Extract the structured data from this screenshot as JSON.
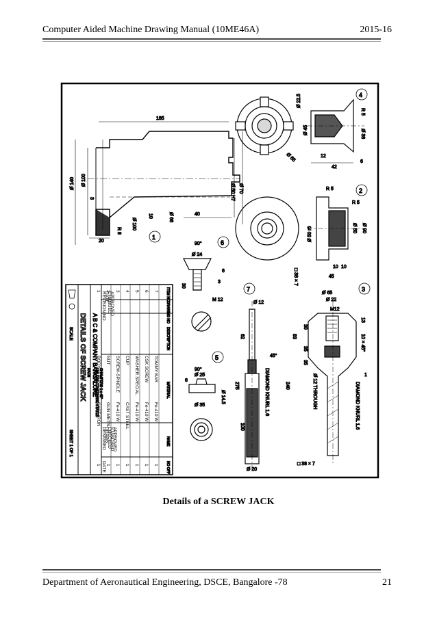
{
  "header": {
    "left": "Computer Aided Machine Drawing Manual (10ME46A)",
    "right": "2015-16"
  },
  "footer": {
    "left": "Department of Aeronautical Engineering, DSCE, Bangalore -78",
    "right": "21"
  },
  "caption": "Details of a SCREW JACK",
  "drawing": {
    "title_block": {
      "title": "DETAILS OF SCREW JACK",
      "company": "A B C & COMPANY BANGALORE",
      "sheet": "SHEET 1 OF 1",
      "scale": "SCALE",
      "unless_note": "UNLESS OTHERWISE STATED",
      "chamfers": "CHAMFERS 1 x 45°",
      "radii": "RADII",
      "columns": [
        "ITEM NO",
        "DRAWING NO",
        "DESCRIPTION",
        "MATERIAL",
        "NAME",
        "NO OFF"
      ],
      "parts": [
        {
          "no": "7",
          "name": "TOMMY BAR",
          "material": "Fe-410 W",
          "qty": "1"
        },
        {
          "no": "6",
          "name": "CSK SCREW",
          "material": "Fe-410 W",
          "qty": "1"
        },
        {
          "no": "5",
          "name": "WASHER SPECIAL",
          "material": "Fe-410 W",
          "qty": "1"
        },
        {
          "no": "4",
          "name": "CUP",
          "material": "CAST STEEL",
          "qty": "1"
        },
        {
          "no": "3",
          "name": "SCREW-SPINDLE",
          "material": "Fe-410 W",
          "qty": "1"
        },
        {
          "no": "2",
          "name": "NUT",
          "material": "GUN METAL",
          "qty": "1"
        },
        {
          "no": "1",
          "name": "BODY",
          "material": "CAST IRON",
          "qty": "1"
        }
      ],
      "approvals_left": [
        "REVISION NO.",
        "DATE",
        "CHANGED",
        "APPROVED"
      ],
      "approvals_right": [
        "DESIGNED",
        "DRAWN",
        "CHECKED",
        "STANDARD",
        "APPROVED"
      ],
      "date_label": "DATE"
    },
    "part_labels": [
      "1",
      "2",
      "3",
      "4",
      "5",
      "6",
      "7"
    ],
    "body_dims": {
      "len": "185",
      "d100": "Ø 100",
      "d140": "Ø 140",
      "d50": "Ø 50 H7",
      "d70": "Ø 70",
      "d66": "Ø 66",
      "d100b": "Ø 100",
      "t10": "10",
      "t40": "40",
      "t20": "20",
      "r8": "R 8",
      "t3": "3"
    },
    "cup_dims": {
      "d225": "Ø 22.5",
      "r5": "R 5",
      "d45": "Ø 45",
      "d65": "Ø 65",
      "d38": "Ø 38",
      "t12": "12",
      "t42": "42",
      "t6": "6"
    },
    "nut_dims": {
      "r5a": "R 5",
      "r5b": "R 5",
      "d50r6": "Ø 50 r6",
      "d50": "Ø 50",
      "d90": "Ø 90",
      "t10a": "10",
      "t10b": "10",
      "t45": "45",
      "sq": "□ 38 × 7"
    },
    "screw6_dims": {
      "ang": "90°",
      "d24": "Ø 24",
      "t30": "30",
      "t3": "3",
      "m12": "M 12",
      "t6": "6"
    },
    "washer_dims": {
      "ang": "90°",
      "d25": "Ø 25",
      "d35": "Ø 35",
      "d145": "Ø 14.5",
      "t6": "6"
    },
    "tommy_dims": {
      "d12": "Ø 12",
      "t62": "62",
      "t275": "275",
      "t100": "100",
      "d20": "Ø 20",
      "knurl": "DIAMOND KNURL 1.6",
      "ang": "45°"
    },
    "spindle_dims": {
      "d65": "Ø 65",
      "d22": "Ø 22",
      "m12": "M12",
      "t13": "13",
      "t10x45": "10 × 45°",
      "t30": "30",
      "t35a": "35",
      "t83": "83",
      "t35b": "35",
      "t240": "240",
      "thru": "Ø 12 THROUGH",
      "knurl": "DIAMOND KNURL 1.6",
      "sq": "□ 38 × 7",
      "t1": "1"
    }
  }
}
